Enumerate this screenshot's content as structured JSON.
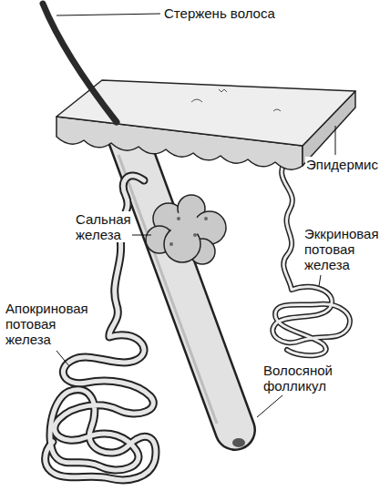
{
  "diagram": {
    "labels": [
      "Стержень волоса",
      "Эпидермис",
      "Сальная железа",
      "Эккриновая потовая железа",
      "Апокриновая потовая железа",
      "Волосяной фолликул"
    ]
  }
}
